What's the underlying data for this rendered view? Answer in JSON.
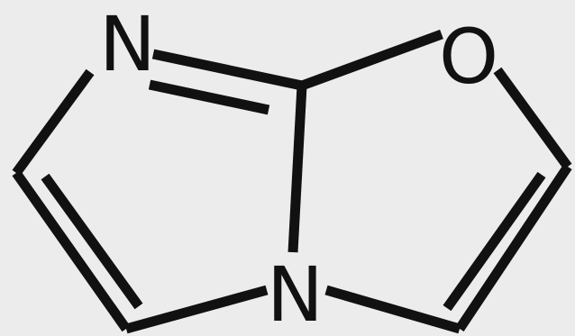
{
  "atoms": {
    "n_imine": "N",
    "n_bridge": "N",
    "o_ring": "O"
  },
  "colors": {
    "background": "#ececec",
    "ink": "#111111"
  }
}
